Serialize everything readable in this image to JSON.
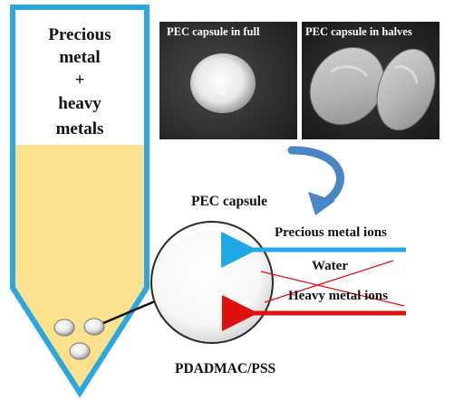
{
  "tube": {
    "label_line1": "Precious",
    "label_line2": "metal",
    "label_line3": "+",
    "label_line4": "heavy",
    "label_line5": "metals"
  },
  "photos": {
    "full_caption": "PEC capsule in full",
    "halves_caption": "PEC capsule in halves"
  },
  "capsule": {
    "title": "PEC capsule",
    "material": "PDADMAC/PSS"
  },
  "flows": {
    "precious": "Precious metal ions",
    "water": "Water",
    "heavy": "Heavy metal ions"
  },
  "colors": {
    "tube_border": "#2aa7e0",
    "solution_fill": "#fbe08e",
    "precious_arrow": "#20a8e6",
    "heavy_arrow": "#e01010",
    "cross_line": "#e01010",
    "curved_arrow": "#4a86c5"
  }
}
